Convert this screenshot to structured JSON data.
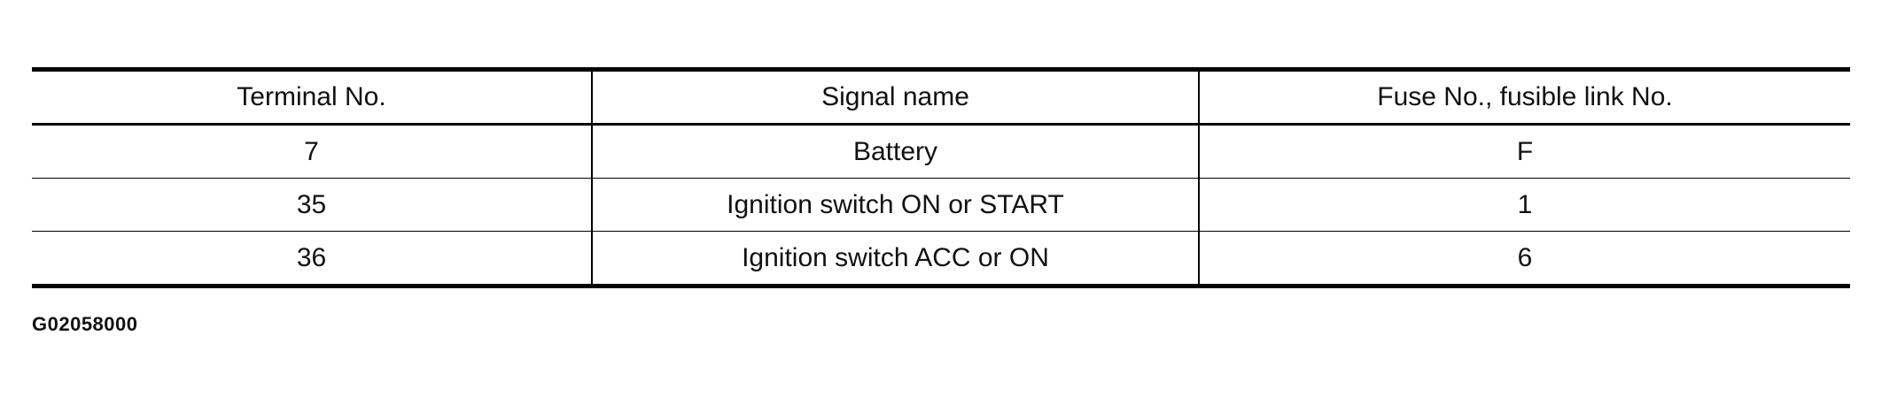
{
  "table": {
    "headers": [
      "Terminal No.",
      "Signal name",
      "Fuse No., fusible link No."
    ],
    "rows": [
      [
        "7",
        "Battery",
        "F"
      ],
      [
        "35",
        "Ignition switch ON or START",
        "1"
      ],
      [
        "36",
        "Ignition switch ACC or ON",
        "6"
      ]
    ]
  },
  "figure_code": "G02058000"
}
